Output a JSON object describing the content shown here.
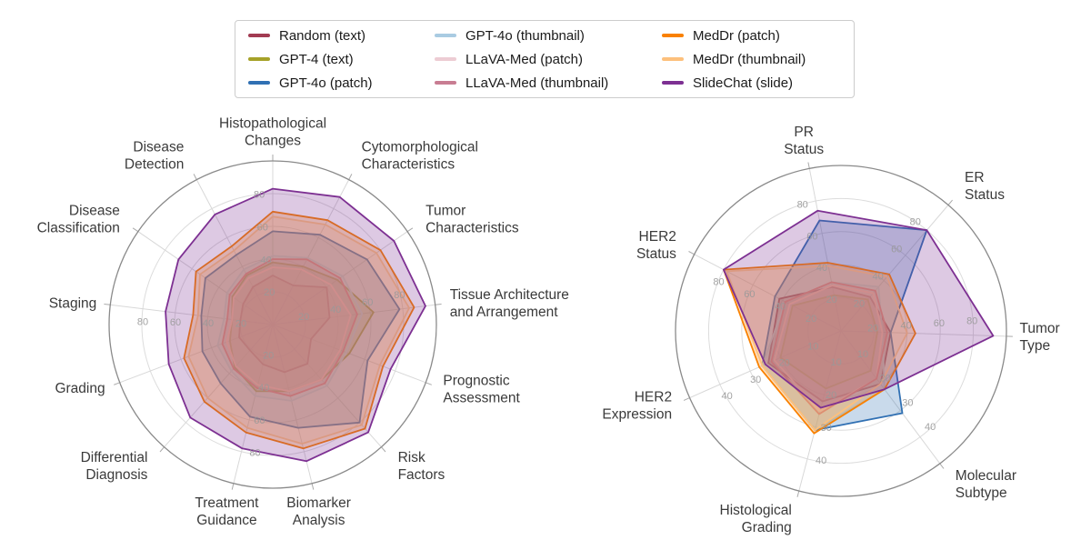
{
  "figure": {
    "background": "#ffffff",
    "grid_color": "#dcdcdc",
    "outline_color": "#8a8a8a",
    "tick_text_color": "#999999"
  },
  "legend": {
    "items": [
      {
        "label": "Random (text)",
        "color": "#a23b52"
      },
      {
        "label": "GPT-4 (text)",
        "color": "#a6a229"
      },
      {
        "label": "GPT-4o (patch)",
        "color": "#3070b3"
      },
      {
        "label": "GPT-4o (thumbnail)",
        "color": "#a9cbe2"
      },
      {
        "label": "LLaVA-Med (patch)",
        "color": "#edccd3"
      },
      {
        "label": "LLaVA-Med (thumbnail)",
        "color": "#c87d92"
      },
      {
        "label": "MedDr (patch)",
        "color": "#f98100"
      },
      {
        "label": "MedDr (thumbnail)",
        "color": "#fdc07c"
      },
      {
        "label": "SlideChat (slide)",
        "color": "#7d3092"
      }
    ]
  },
  "chart_data": [
    {
      "type": "radar",
      "name": "left-radar",
      "title": "",
      "categories": [
        [
          "Histopathological",
          "Changes"
        ],
        [
          "Cytomorphological",
          "Characteristics"
        ],
        [
          "Tumor",
          "Characteristics"
        ],
        [
          "Tissue Architecture",
          "and Arrangement"
        ],
        [
          "Prognostic",
          "Assessment"
        ],
        [
          "Risk",
          "Factors"
        ],
        [
          "Biomarker",
          "Analysis"
        ],
        [
          "Treatment",
          "Guidance"
        ],
        [
          "Differential",
          "Diagnosis"
        ],
        [
          "Grading"
        ],
        [
          "Staging"
        ],
        [
          "Disease",
          "Classification"
        ],
        [
          "Disease",
          "Detection"
        ]
      ],
      "axis_max": [
        100,
        100,
        100,
        100,
        100,
        100,
        100,
        100,
        100,
        100,
        100,
        100,
        100
      ],
      "ring_fractions": [
        0.2,
        0.4,
        0.6,
        0.8
      ],
      "tick_label_axes": [
        0,
        3,
        7,
        10
      ],
      "legend_position": "none",
      "grid": true,
      "series": [
        {
          "name": "Random (text)",
          "color": "#a23b52",
          "values": [
            30,
            27,
            40,
            35,
            25,
            32,
            30,
            25,
            21,
            22,
            20,
            22,
            26
          ]
        },
        {
          "name": "GPT-4 (text)",
          "color": "#a6a229",
          "values": [
            38,
            40,
            48,
            62,
            50,
            45,
            42,
            42,
            35,
            28,
            25,
            30,
            34
          ]
        },
        {
          "name": "GPT-4o (patch)",
          "color": "#3070b3",
          "values": [
            57,
            62,
            70,
            78,
            62,
            80,
            65,
            58,
            48,
            46,
            44,
            50,
            48
          ]
        },
        {
          "name": "GPT-4o (thumbnail)",
          "color": "#a9cbe2",
          "values": [
            42,
            46,
            52,
            55,
            48,
            50,
            48,
            45,
            38,
            36,
            30,
            34,
            38
          ]
        },
        {
          "name": "LLaVA-Med (patch)",
          "color": "#edccd3",
          "values": [
            35,
            38,
            43,
            48,
            44,
            45,
            42,
            38,
            34,
            30,
            25,
            29,
            32
          ]
        },
        {
          "name": "LLaVA-Med (thumbnail)",
          "color": "#c87d92",
          "values": [
            40,
            45,
            50,
            52,
            46,
            48,
            45,
            40,
            36,
            33,
            28,
            32,
            35
          ]
        },
        {
          "name": "MedDr (patch)",
          "color": "#f98100",
          "values": [
            69,
            72,
            80,
            87,
            72,
            85,
            78,
            68,
            63,
            58,
            49,
            57,
            54
          ]
        },
        {
          "name": "MedDr (thumbnail)",
          "color": "#fdc07c",
          "values": [
            66,
            69,
            77,
            84,
            70,
            82,
            75,
            65,
            60,
            55,
            46,
            54,
            51
          ]
        },
        {
          "name": "SlideChat (slide)",
          "color": "#7d3092",
          "values": [
            83,
            88,
            90,
            94,
            77,
            88,
            86,
            78,
            76,
            68,
            66,
            70,
            76
          ]
        }
      ]
    },
    {
      "type": "radar",
      "name": "right-radar",
      "title": "",
      "categories": [
        [
          "PR",
          "Status"
        ],
        [
          "ER",
          "Status"
        ],
        [
          "Tumor",
          "Type"
        ],
        [
          "Molecular",
          "Subtype"
        ],
        [
          "Histological",
          "Grading"
        ],
        [
          "HER2",
          "Expression"
        ],
        [
          "HER2",
          "Status"
        ]
      ],
      "axis_max": [
        100,
        100,
        100,
        50,
        50,
        50,
        100
      ],
      "ring_fractions": [
        0.2,
        0.4,
        0.6,
        0.8
      ],
      "tick_label_axes": [
        0,
        1,
        2,
        3,
        4,
        5,
        6
      ],
      "legend_position": "none",
      "grid": true,
      "series": [
        {
          "name": "Random (text)",
          "color": "#a23b52",
          "values": [
            27,
            27,
            30,
            20,
            22,
            24,
            42
          ]
        },
        {
          "name": "GPT-4 (text)",
          "color": "#a6a229",
          "values": [
            22,
            25,
            22,
            15,
            18,
            20,
            33
          ]
        },
        {
          "name": "GPT-4o (patch)",
          "color": "#3070b3",
          "values": [
            68,
            80,
            30,
            31,
            31,
            26,
            45
          ]
        },
        {
          "name": "GPT-4o (thumbnail)",
          "color": "#a9cbe2",
          "values": [
            30,
            35,
            25,
            22,
            31,
            26,
            38
          ]
        },
        {
          "name": "LLaVA-Med (patch)",
          "color": "#edccd3",
          "values": [
            28,
            30,
            25,
            18,
            25,
            22,
            35
          ]
        },
        {
          "name": "LLaVA-Med (thumbnail)",
          "color": "#c87d92",
          "values": [
            30,
            32,
            28,
            18,
            26,
            23,
            38
          ]
        },
        {
          "name": "MedDr (patch)",
          "color": "#f98100",
          "values": [
            42,
            45,
            45,
            22,
            32,
            27,
            80
          ]
        },
        {
          "name": "MedDr (thumbnail)",
          "color": "#fdc07c",
          "values": [
            40,
            43,
            40,
            20,
            31,
            26,
            78
          ]
        },
        {
          "name": "SlideChat (slide)",
          "color": "#7d3092",
          "values": [
            74,
            80,
            92,
            22,
            24,
            25,
            80
          ]
        }
      ]
    }
  ]
}
